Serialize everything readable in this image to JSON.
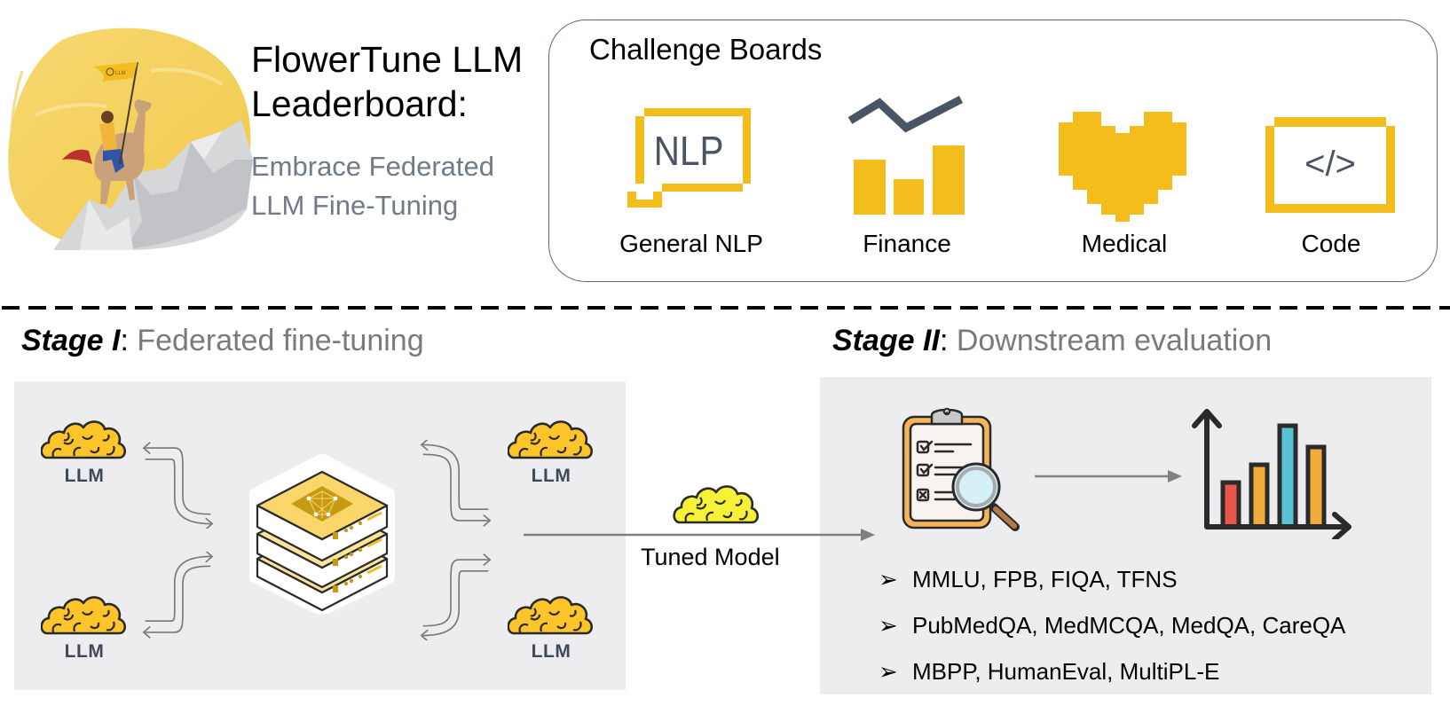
{
  "header": {
    "title_line1": "FlowerTune LLM",
    "title_line2": "Leaderboard:",
    "subtitle_line1": "Embrace Federated",
    "subtitle_line2": "LLM Fine-Tuning",
    "flag_text": "LLM"
  },
  "challenge_boards": {
    "title": "Challenge Boards",
    "icon_text_nlp": "NLP",
    "icon_text_code": "</>",
    "boards": [
      {
        "label": "General NLP",
        "icon": "nlp-speech-bubble-icon"
      },
      {
        "label": "Finance",
        "icon": "finance-chart-icon"
      },
      {
        "label": "Medical",
        "icon": "pixel-heart-icon"
      },
      {
        "label": "Code",
        "icon": "code-window-icon"
      }
    ]
  },
  "stage1": {
    "name": "Stage I",
    "colon": ":",
    "description": " Federated fine-tuning",
    "clients": [
      {
        "label": "LLM",
        "position": "top-left"
      },
      {
        "label": "LLM",
        "position": "bottom-left"
      },
      {
        "label": "LLM",
        "position": "top-right"
      },
      {
        "label": "LLM",
        "position": "bottom-right"
      }
    ],
    "server_icon": "federated-server-icon"
  },
  "transfer": {
    "label": "Tuned Model",
    "icon": "brain-cloud-icon"
  },
  "stage2": {
    "name": "Stage II",
    "colon": ":",
    "description": " Downstream evaluation",
    "icons": [
      "clipboard-evaluation-icon",
      "bar-chart-icon"
    ],
    "bullet": "➢",
    "benchmarks": [
      "MMLU, FPB, FIQA, TFNS",
      "PubMedQA, MedMCQA, MedQA, CareQA",
      "MBPP, HumanEval, MultiPL-E"
    ]
  },
  "colors": {
    "accent_yellow": "#f2bd1d",
    "brain_yellow": "#fdc52a",
    "tuned_brain_yellow": "#f7f135",
    "icon_dark": "#4a5563",
    "panel_bg": "#ededf0",
    "subtitle_grey": "#6f7b8a",
    "arrow_grey": "#808080",
    "bar_red": "#e8574a",
    "bar_orange": "#f3ac3c",
    "bar_cyan": "#57c3d4"
  }
}
